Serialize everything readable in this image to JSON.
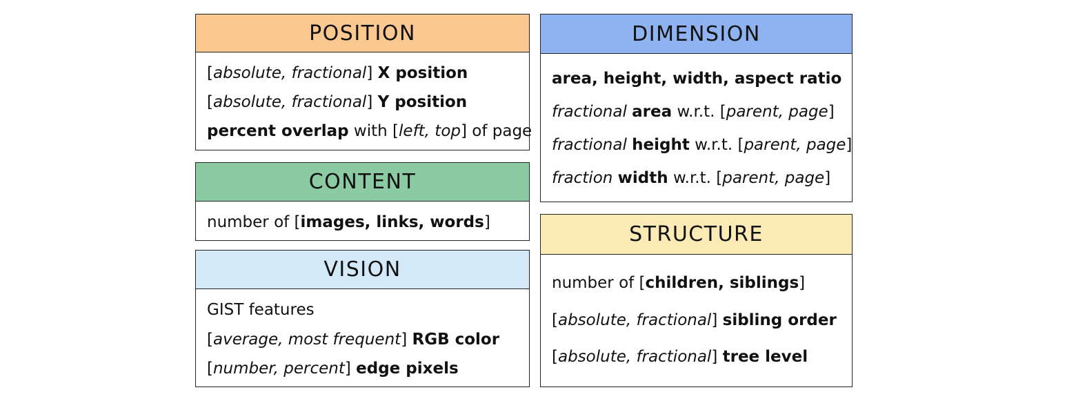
{
  "colors": {
    "position_header": "#fbc891",
    "content_header": "#8ccaa4",
    "vision_header": "#d4e9f8",
    "dimension_header": "#8fb3f0",
    "structure_header": "#fbeab6",
    "border": "#222222"
  },
  "position": {
    "title": "POSITION",
    "lines": [
      {
        "p1": "[",
        "i1": "absolute, fractional",
        "p2": "] ",
        "b1": "X position"
      },
      {
        "p1": "[",
        "i1": "absolute, fractional",
        "p2": "] ",
        "b1": "Y position"
      },
      {
        "b1": "percent overlap",
        "p1": " with [",
        "i1": "left, top",
        "p2": "] of page"
      }
    ]
  },
  "content": {
    "title": "CONTENT",
    "lines": [
      {
        "p1": "number of [",
        "b1": "images, links, words",
        "p2": "]"
      }
    ]
  },
  "vision": {
    "title": "VISION",
    "lines": [
      {
        "p1": "GIST features"
      },
      {
        "p1": "[",
        "i1": "average, most frequent",
        "p2": "] ",
        "b1": "RGB color"
      },
      {
        "p1": "[",
        "i1": "number, percent",
        "p2": "] ",
        "b1": "edge pixels"
      }
    ]
  },
  "dimension": {
    "title": "DIMENSION",
    "lines": [
      {
        "b1": "area, height, width, aspect ratio"
      },
      {
        "i1": "fractional",
        "p1": " ",
        "b1": "area",
        "p2": " w.r.t. [",
        "i2": "parent, page",
        "p3": "]"
      },
      {
        "i1": "fractional",
        "p1": " ",
        "b1": "height",
        "p2": " w.r.t. [",
        "i2": "parent, page",
        "p3": "]"
      },
      {
        "i1": "fraction",
        "p1": " ",
        "b1": "width",
        "p2": " w.r.t. [",
        "i2": "parent, page",
        "p3": "]"
      }
    ]
  },
  "structure": {
    "title": "STRUCTURE",
    "lines": [
      {
        "p1": "number of [",
        "b1": "children, siblings",
        "p2": "]"
      },
      {
        "p1": "[",
        "i1": "absolute, fractional",
        "p2": "] ",
        "b1": "sibling order"
      },
      {
        "p1": "[",
        "i1": "absolute, fractional",
        "p2": "] ",
        "b1": "tree level"
      }
    ]
  }
}
